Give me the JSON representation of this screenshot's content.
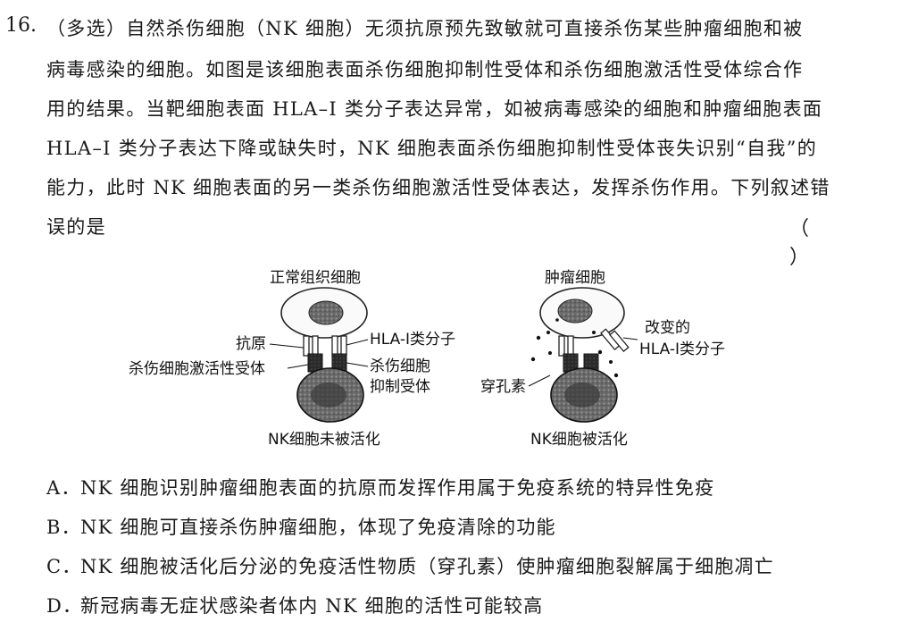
{
  "question": {
    "number": "16.",
    "lines": [
      "（多选）自然杀伤细胞（NK 细胞）无须抗原预先致敏就可直接杀伤某些肿瘤细胞和被",
      "病毒感染的细胞。如图是该细胞表面杀伤细胞抑制性受体和杀伤细胞激活性受体综合作",
      "用的结果。当靶细胞表面 HLA–I 类分子表达异常，如被病毒感染的细胞和肿瘤细胞表面",
      "HLA–I 类分子表达下降或缺失时，NK 细胞表面杀伤细胞抑制性受体丧失识别“自我”的",
      "能力，此时 NK 细胞表面的另一类杀伤细胞激活性受体表达，发挥杀伤作用。下列叙述错",
      "误的是"
    ],
    "answer_paren": "（   ）"
  },
  "figure": {
    "left_title": "正常组织细胞",
    "right_title": "肿瘤细胞",
    "label_antigen": "抗原",
    "label_activating": "杀伤细胞激活性受体",
    "label_hla": "HLA-I类分子",
    "label_inhibitory_1": "杀伤细胞",
    "label_inhibitory_2": "抑制受体",
    "label_perforin": "穿孔素",
    "label_changed_1": "改变的",
    "label_changed_2": "HLA-I类分子",
    "left_caption": "NK细胞未被活化",
    "right_caption": "NK细胞被活化"
  },
  "options": [
    {
      "label": "A．",
      "text": "NK 细胞识别肿瘤细胞表面的抗原而发挥作用属于免疫系统的特异性免疫"
    },
    {
      "label": "B．",
      "text": "NK 细胞可直接杀伤肿瘤细胞，体现了免疫清除的功能"
    },
    {
      "label": "C．",
      "text": "NK 细胞被活化后分泌的免疫活性物质（穿孔素）使肿瘤细胞裂解属于细胞凋亡"
    },
    {
      "label": "D．",
      "text": "新冠病毒无症状感染者体内 NK 细胞的活性可能较高"
    }
  ]
}
